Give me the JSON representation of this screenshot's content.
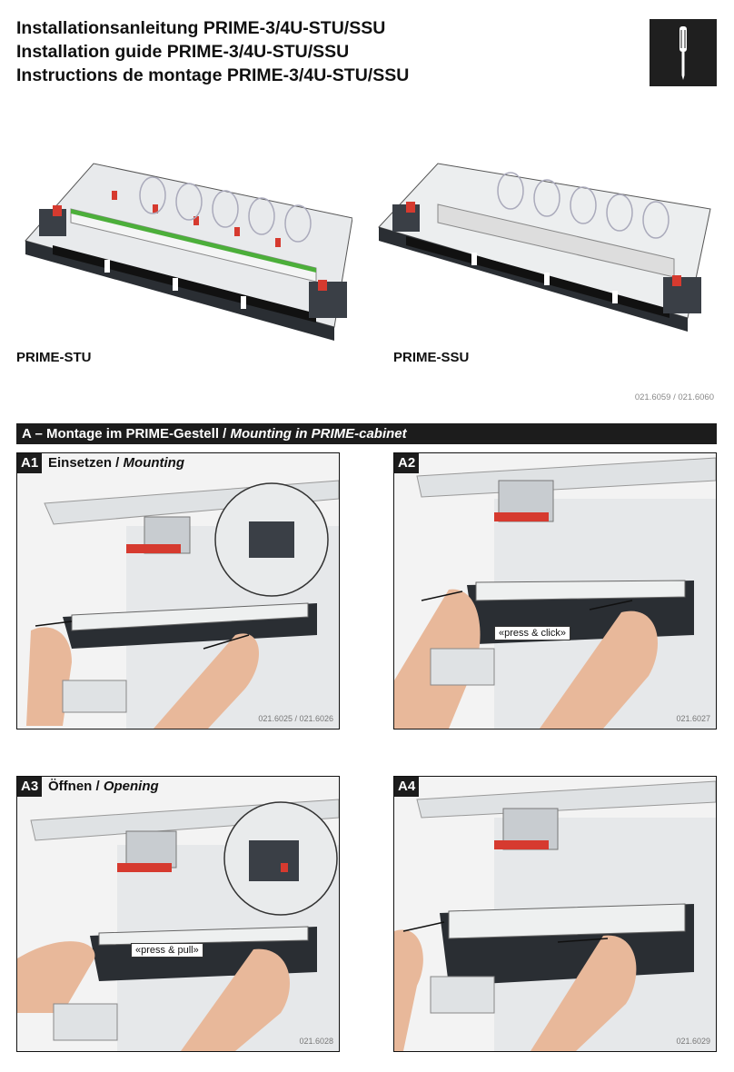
{
  "header": {
    "title_de": "Installationsanleitung PRIME-3/4U-STU/SSU",
    "title_en": "Installation guide PRIME-3/4U-STU/SSU",
    "title_fr": "Instructions de montage PRIME-3/4U-STU/SSU",
    "tool_icon": "screwdriver-icon"
  },
  "products": [
    {
      "label": "PRIME-STU"
    },
    {
      "label": "PRIME-SSU"
    }
  ],
  "products_code": "021.6059 / 021.6060",
  "section_a": {
    "title_de": "A – Montage im PRIME-Gestell / ",
    "title_en": "Mounting in PRIME-cabinet"
  },
  "steps": [
    {
      "tag": "A1",
      "title_de": "Einsetzen / ",
      "title_en": "Mounting",
      "callout": "",
      "code": "021.6025 / 021.6026"
    },
    {
      "tag": "A2",
      "title_de": "",
      "title_en": "",
      "callout": "«press & click»",
      "code": "021.6027"
    },
    {
      "tag": "A3",
      "title_de": "Öffnen / ",
      "title_en": "Opening",
      "callout": "«press & pull»",
      "code": "021.6028"
    },
    {
      "tag": "A4",
      "title_de": "",
      "title_en": "",
      "callout": "",
      "code": "021.6029"
    }
  ],
  "colors": {
    "dark": "#1c1c1c",
    "accent_red": "#d63a2f",
    "accent_green": "#4caf3a",
    "rack_grey": "#dfe2e4"
  }
}
